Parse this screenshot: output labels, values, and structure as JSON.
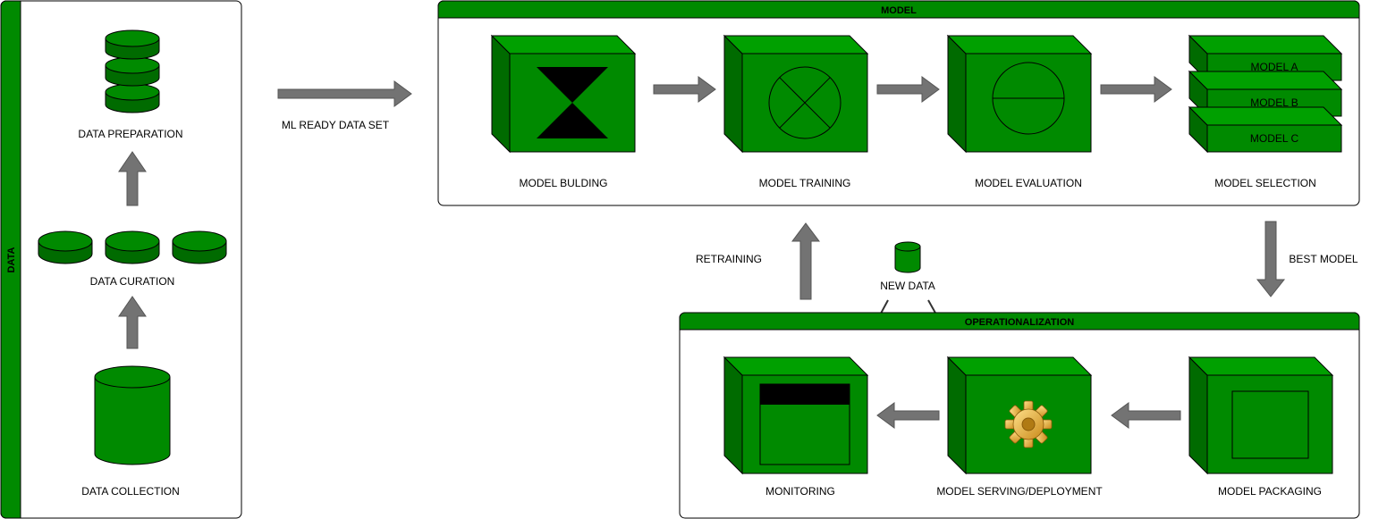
{
  "colors": {
    "green": "#008a00",
    "green_side": "#006b00",
    "green_top": "#00a000",
    "arrow_gray": "#737373",
    "gear": "#e8b84b"
  },
  "data_panel": {
    "title": "DATA",
    "data_preparation_label": "DATA PREPARATION",
    "data_curation_label": "DATA CURATION",
    "data_collection_label": "DATA COLLECTION"
  },
  "ml_ready_label": "ML READY DATA SET",
  "model_panel": {
    "title": "MODEL",
    "model_building_label": "MODEL BULDING",
    "model_training_label": "MODEL TRAINING",
    "model_evaluation_label": "MODEL EVALUATION",
    "model_selection_label": "MODEL SELECTION",
    "models": [
      "MODEL A",
      "MODEL B",
      "MODEL C"
    ]
  },
  "best_model_label": "BEST MODEL",
  "retraining_label": "RETRAINING",
  "new_data_label": "NEW DATA",
  "ops_panel": {
    "title": "OPERATIONALIZATION",
    "monitoring_label": "MONITORING",
    "serving_label": "MODEL SERVING/DEPLOYMENT",
    "packaging_label": "MODEL PACKAGING"
  },
  "icons": {
    "preparation": "database-stack-icon",
    "curation": "disk-icon",
    "collection": "cylinder-icon",
    "building": "hourglass-icon",
    "training": "circle-cross-icon",
    "evaluation": "circle-divided-icon",
    "serving": "gear-icon",
    "monitoring": "window-icon",
    "packaging": "square-icon"
  }
}
